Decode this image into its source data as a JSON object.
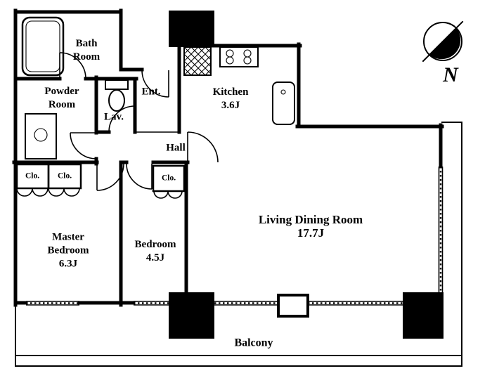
{
  "colors": {
    "walls": "#000000",
    "background": "#ffffff"
  },
  "compass": {
    "north_label": "N"
  },
  "rooms": {
    "bath": {
      "lines": [
        "Bath",
        "Room"
      ]
    },
    "powder": {
      "lines": [
        "Powder",
        "Room"
      ]
    },
    "lavatory": {
      "lines": [
        "Lav."
      ]
    },
    "entrance": {
      "lines": [
        "Ent."
      ]
    },
    "kitchen": {
      "lines": [
        "Kitchen",
        "3.6J"
      ]
    },
    "hall": {
      "lines": [
        "Hall"
      ]
    },
    "closet_master_left": {
      "label": "Clo."
    },
    "closet_master_right": {
      "label": "Clo."
    },
    "closet_bedroom": {
      "label": "Clo."
    },
    "master_bedroom": {
      "lines": [
        "Master",
        "Bedroom",
        "6.3J"
      ]
    },
    "bedroom": {
      "lines": [
        "Bedroom",
        "4.5J"
      ]
    },
    "living_dining": {
      "lines": [
        "Living Dining Room",
        "17.7J"
      ]
    },
    "balcony": {
      "lines": [
        "Balcony"
      ]
    }
  }
}
